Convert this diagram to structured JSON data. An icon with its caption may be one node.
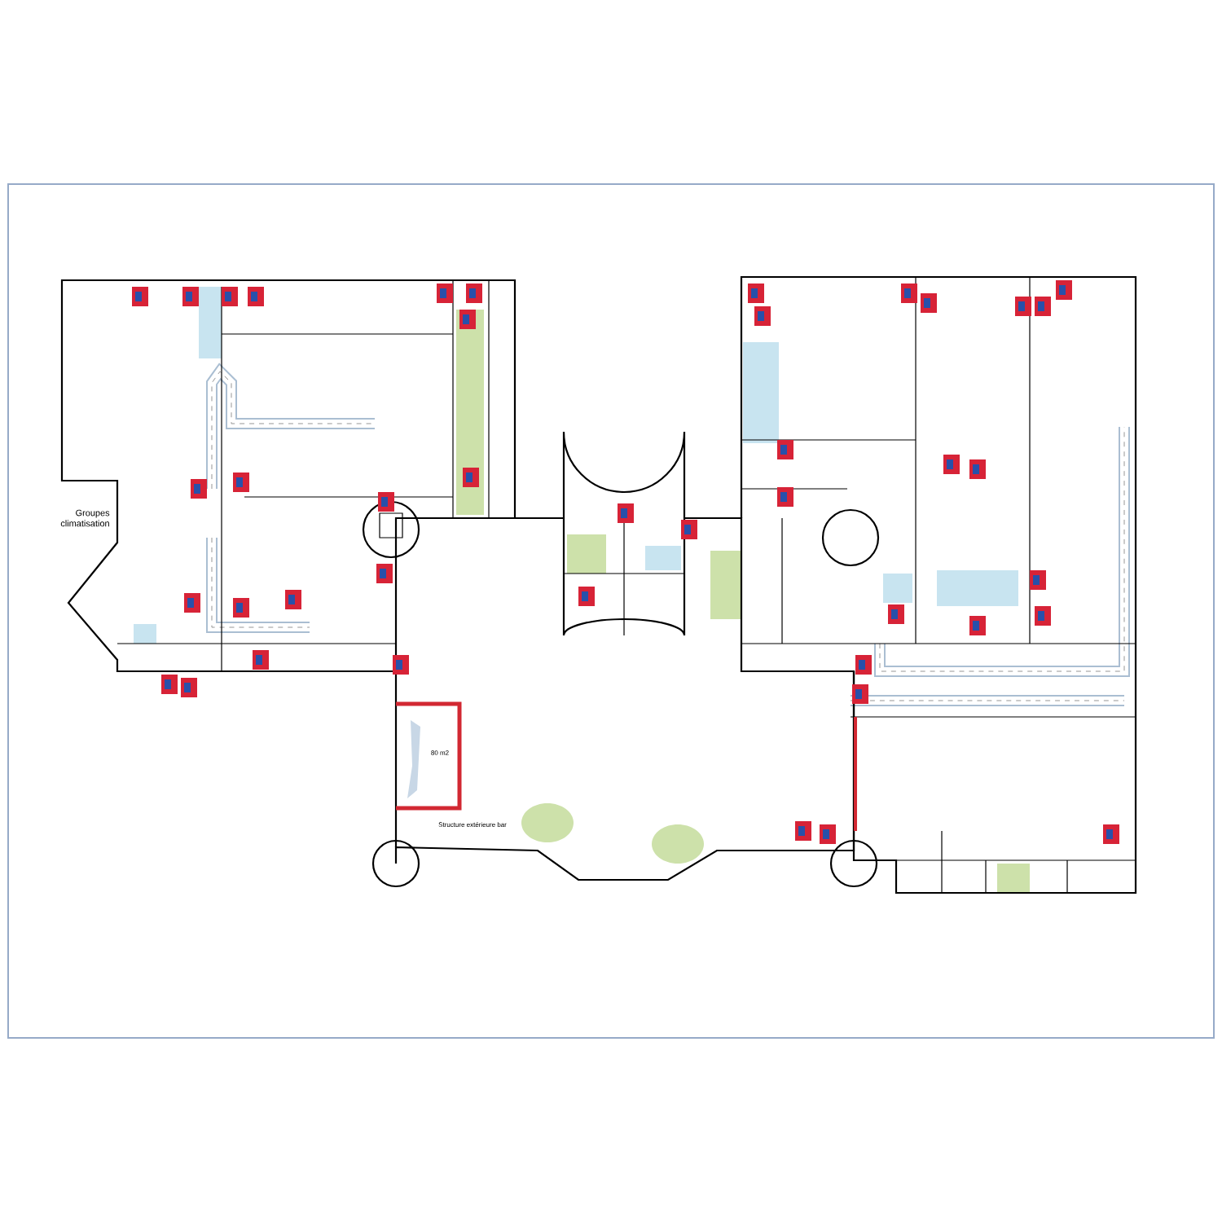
{
  "diagram": {
    "labels": [
      "Groupes climatisation",
      "80 m2",
      "Structure extérieure bar"
    ]
  }
}
